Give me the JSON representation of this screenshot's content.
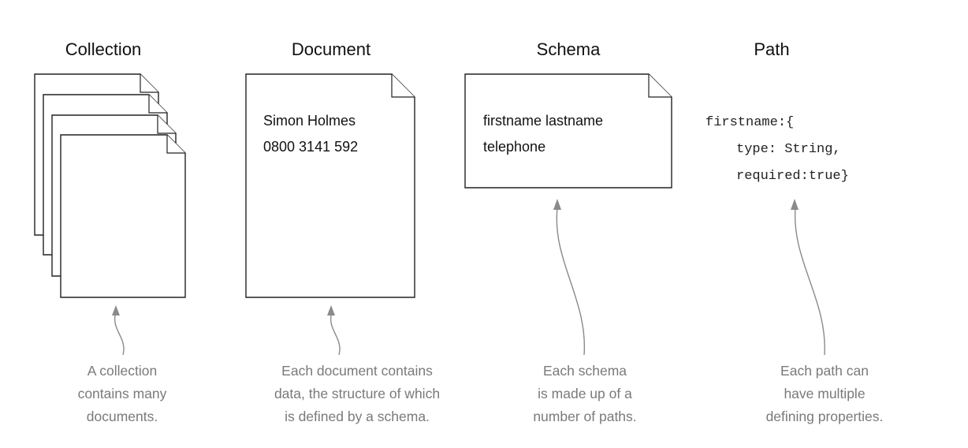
{
  "columns": {
    "collection": {
      "heading": "Collection",
      "caption": [
        "A collection",
        "contains many",
        "documents."
      ]
    },
    "document": {
      "heading": "Document",
      "lines": [
        "Simon Holmes",
        "0800 3141 592"
      ],
      "caption": [
        "Each document contains",
        "data, the structure of which",
        "is defined by a schema."
      ]
    },
    "schema": {
      "heading": "Schema",
      "lines": [
        "firstname lastname",
        "telephone"
      ],
      "caption": [
        "Each schema",
        "is made up of a",
        "number of paths."
      ]
    },
    "path": {
      "heading": "Path",
      "code": [
        "firstname:{",
        "type: String,",
        "required:true}"
      ],
      "caption": [
        "Each path can",
        "have multiple",
        "defining properties."
      ]
    }
  },
  "colors": {
    "outline": "#222222",
    "text": "#111111",
    "caption": "#7a7a7a",
    "arrow": "#8a8a8a"
  }
}
